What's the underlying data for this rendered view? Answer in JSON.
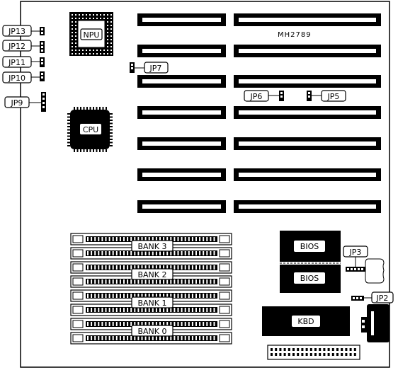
{
  "board": {
    "model": "MH2789"
  },
  "chips": {
    "npu": "NPU",
    "cpu": "CPU",
    "bios_upper": "BIOS",
    "bios_lower": "BIOS",
    "keyboard": "KBD"
  },
  "memory_banks": [
    "BANK 3",
    "BANK 2",
    "BANK 1",
    "BANK 0"
  ],
  "jumpers": {
    "jp2": "JP2",
    "jp3": "JP3",
    "jp5": "JP5",
    "jp6": "JP6",
    "jp7": "JP7",
    "jp9": "JP9",
    "jp10": "JP10",
    "jp11": "JP11",
    "jp12": "JP12",
    "jp13": "JP13"
  }
}
